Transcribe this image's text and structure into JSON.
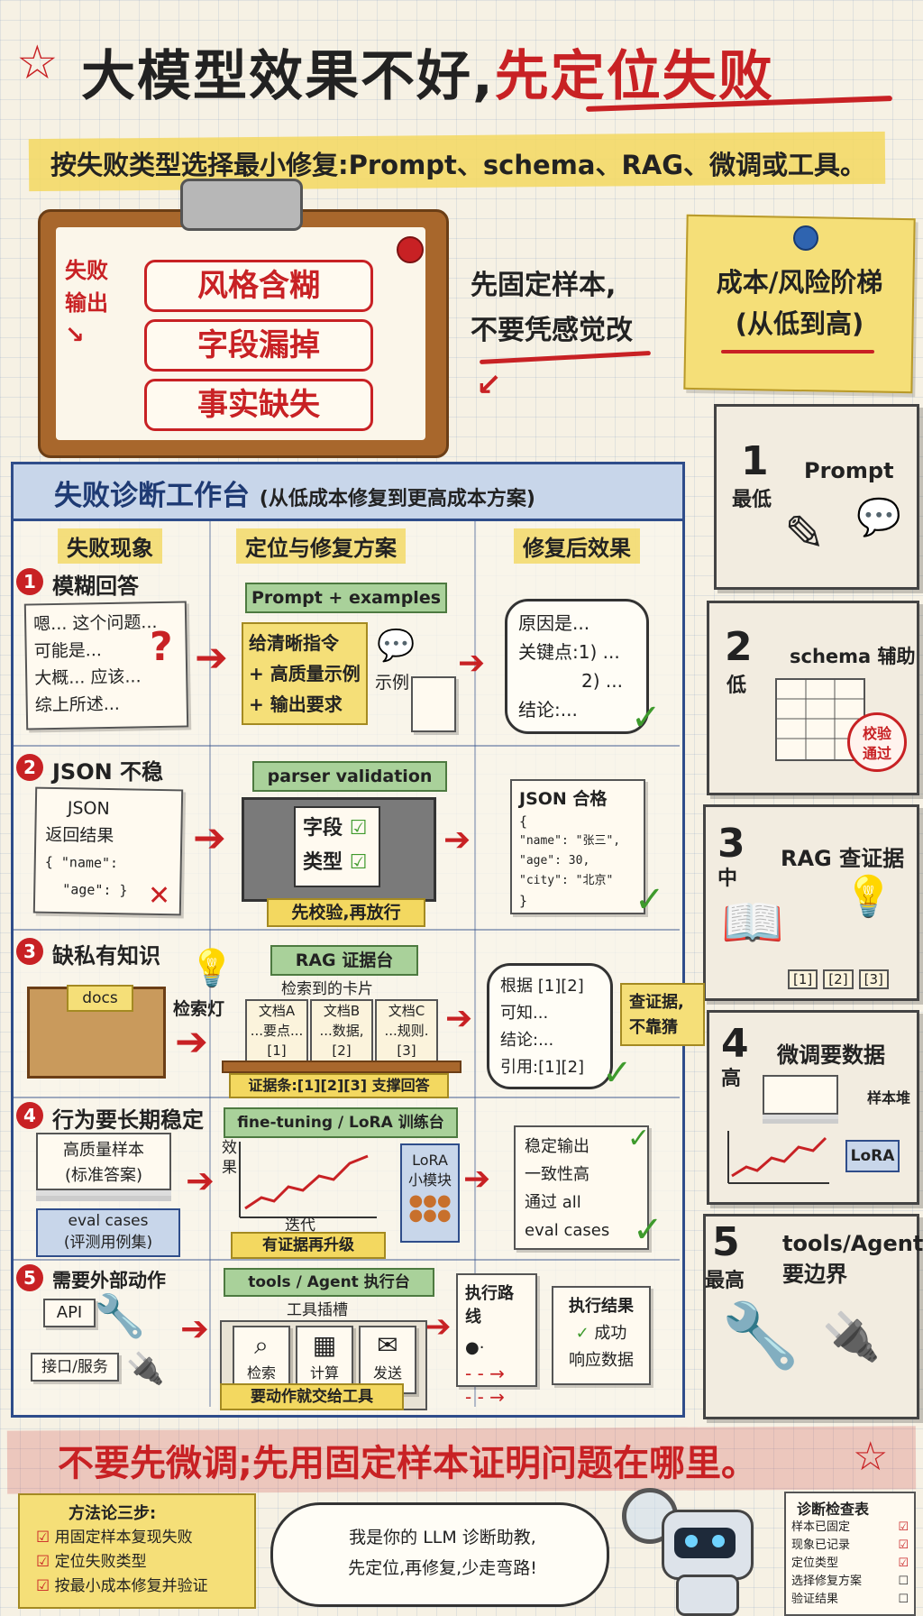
{
  "header": {
    "title_black": "大模型效果不好,",
    "title_red": "先定位失败",
    "subtitle": "按失败类型选择最小修复:Prompt、schema、RAG、微调或工具。"
  },
  "clipboard": {
    "side_label_1": "失败",
    "side_label_2": "输出",
    "tags": [
      "风格含糊",
      "字段漏掉",
      "事实缺失"
    ]
  },
  "fixed_note": {
    "line1": "先固定样本,",
    "line2": "不要凭感觉改"
  },
  "ladder": {
    "title_line1": "成本/风险阶梯",
    "title_line2": "(从低到高)",
    "steps": [
      {
        "num": "1",
        "level": "最低",
        "title": "Prompt"
      },
      {
        "num": "2",
        "level": "低",
        "title": "schema 辅助",
        "stamp_1": "校验",
        "stamp_2": "通过"
      },
      {
        "num": "3",
        "level": "中",
        "title": "RAG 查证据",
        "refs": [
          "[1]",
          "[2]",
          "[3]"
        ]
      },
      {
        "num": "4",
        "level": "高",
        "title": "微调要数据",
        "sample": "样本堆",
        "lora": "LoRA"
      },
      {
        "num": "5",
        "level": "最高",
        "title_1": "tools/Agent",
        "title_2": "要边界"
      }
    ]
  },
  "bench": {
    "title": "失败诊断工作台",
    "title_note": "(从低成本修复到更高成本方案)",
    "col_headers": [
      "失败现象",
      "定位与修复方案",
      "修复后效果"
    ],
    "rows": [
      {
        "num": "1",
        "label": "模糊回答",
        "symptom": [
          "嗯... 这个问题...",
          "可能是...",
          "大概... 应该...",
          "综上所述..."
        ],
        "ribbon": "Prompt + examples",
        "fix": [
          "给清晰指令",
          "+ 高质量示例",
          "+ 输出要求"
        ],
        "fix_extra": "示例",
        "result": [
          "原因是...",
          "关键点:1) ...",
          "2) ...",
          "结论:..."
        ]
      },
      {
        "num": "2",
        "label": "JSON 不稳",
        "symptom": [
          "JSON",
          "返回结果",
          "{ \"name\":",
          "\"age\": }"
        ],
        "ribbon": "parser validation",
        "fix": [
          "字段",
          "类型"
        ],
        "fix_tag": "先校验,再放行",
        "result": [
          "JSON 合格",
          "{",
          "\"name\": \"张三\",",
          "\"age\": 30,",
          "\"city\": \"北京\"",
          "}"
        ]
      },
      {
        "num": "3",
        "label": "缺私有知识",
        "drawer": "docs",
        "lamp_label": "检索灯",
        "ribbon": "RAG 证据台",
        "cards_title": "检索到的卡片",
        "cards": [
          {
            "name": "文档A",
            "body": "...要点...",
            "ref": "[1]"
          },
          {
            "name": "文档B",
            "body": "...数据,",
            "ref": "[2]"
          },
          {
            "name": "文档C",
            "body": "...规则.",
            "ref": "[3]"
          }
        ],
        "fix_tag": "证据条:[1][2][3] 支撑回答",
        "result": [
          "根据 [1][2]",
          "可知...",
          "结论:...",
          "引用:[1][2]"
        ],
        "note": [
          "查证据,",
          "不靠猜"
        ]
      },
      {
        "num": "4",
        "label": "行为要长期稳定",
        "symptom": [
          "高质量样本",
          "(标准答案)"
        ],
        "eval": [
          "eval cases",
          "(评测用例集)"
        ],
        "ribbon": "fine-tuning / LoRA 训练台",
        "axis_y": "效果",
        "axis_x": "迭代",
        "lora": [
          "LoRA",
          "小模块"
        ],
        "fix_tag": "有证据再升级",
        "result": [
          "稳定输出",
          "一致性高",
          "通过 all",
          "eval cases"
        ]
      },
      {
        "num": "5",
        "label": "需要外部动作",
        "api": "API",
        "iface": "接口/服务",
        "ribbon": "tools / Agent 执行台",
        "slot_title": "工具插槽",
        "tools": [
          "检索",
          "计算",
          "发送"
        ],
        "fix_tag": "要动作就交给工具",
        "route": "执行路线",
        "result": [
          "执行结果",
          "成功",
          "响应数据"
        ]
      }
    ]
  },
  "footer": {
    "banner": "不要先微调;先用固定样本证明问题在哪里。",
    "method_title": "方法论三步:",
    "method_steps": [
      "用固定样本复现失败",
      "定位失败类型",
      "按最小成本修复并验证"
    ],
    "speech": [
      "我是你的 LLM 诊断助教,",
      "先定位,再修复,少走弯路!"
    ],
    "checklist_title": "诊断检查表",
    "checklist": [
      {
        "label": "样本已固定",
        "checked": true
      },
      {
        "label": "现象已记录",
        "checked": true
      },
      {
        "label": "定位类型",
        "checked": true
      },
      {
        "label": "选择修复方案",
        "checked": false
      },
      {
        "label": "验证结果",
        "checked": false
      }
    ]
  },
  "colors": {
    "red": "#c82124",
    "blue": "#2f4d8a",
    "yellow": "#f3d860",
    "green": "#a9d19a",
    "check": "#3e9a2c"
  }
}
